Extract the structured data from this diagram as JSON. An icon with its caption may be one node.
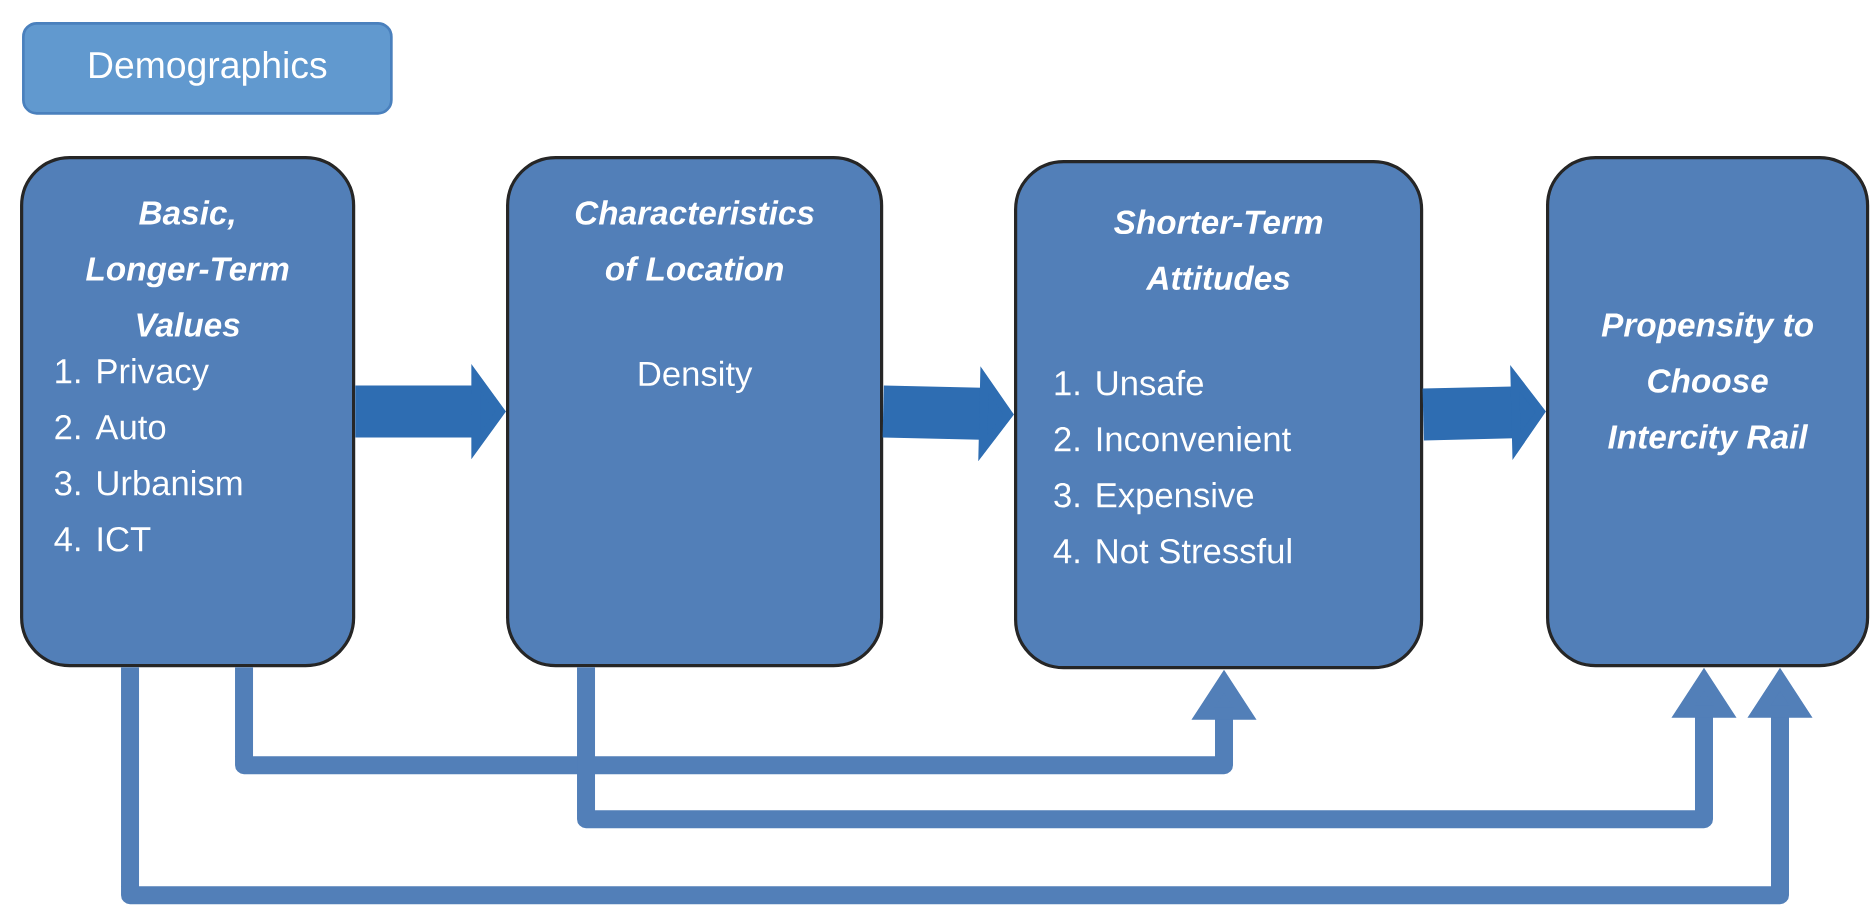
{
  "diagram": {
    "nodes": [
      {
        "text": [
          "Demographics"
        ]
      },
      {
        "text": [
          "Basic, Longer-Term Values",
          "1. Privacy",
          "2. Auto",
          "3. Urbanism",
          "4. ICT"
        ]
      },
      {
        "text": [
          "Characteristics of Location",
          "Density"
        ]
      },
      {
        "text": [
          "Shorter-Term Attitudes",
          "1. Unsafe",
          "2. Inconvenient",
          "3. Expensive",
          "4. Not Stressful"
        ]
      },
      {
        "text": [
          "Propensity to Choose Intercity Rail"
        ]
      }
    ],
    "edges": [
      {
        "from": 1,
        "to": 2,
        "arrow": "to",
        "style": "thick"
      },
      {
        "from": 2,
        "to": 3,
        "arrow": "to",
        "style": "thick"
      },
      {
        "from": 3,
        "to": 4,
        "arrow": "to",
        "style": "thick"
      },
      {
        "from": 1,
        "to": 3,
        "arrow": "to"
      },
      {
        "from": 2,
        "to": 4,
        "arrow": "to"
      },
      {
        "from": 1,
        "to": 4,
        "arrow": "to"
      }
    ]
  }
}
